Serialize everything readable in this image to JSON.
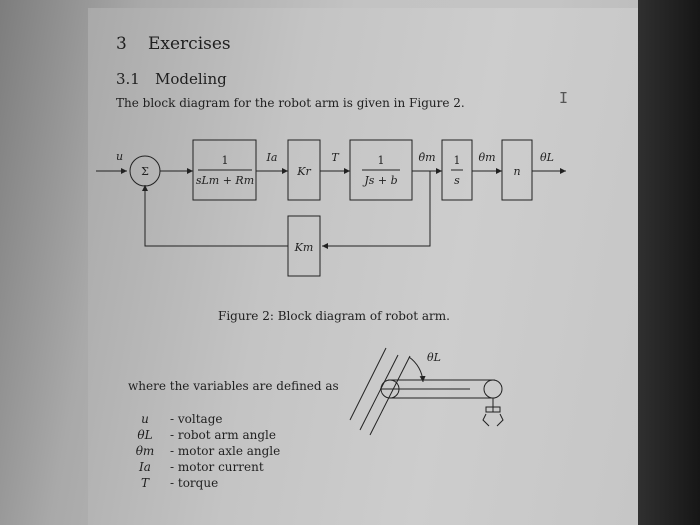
{
  "section": {
    "number": "3",
    "title": "Exercises"
  },
  "subsection": {
    "number": "3.1",
    "title": "Modeling"
  },
  "intro": "The block diagram for the robot arm is given in Figure 2.",
  "diagram": {
    "input_label": "u",
    "sum_symbol": "Σ",
    "block1": {
      "numerator": "1",
      "denominator": "sLm + Rm"
    },
    "signal_ia": "Ia",
    "block2": "Kr",
    "signal_t": "T",
    "block3": {
      "numerator": "1",
      "denominator": "Js + b"
    },
    "signal_theta_m_dot": "θ̇m",
    "block4": {
      "numerator": "1",
      "denominator": "s"
    },
    "signal_theta_m": "θm",
    "block5": "n",
    "output_label": "θL",
    "feedback_block": "Km"
  },
  "caption": "Figure 2: Block diagram of robot arm.",
  "robot_angle_label": "θL",
  "where_text": "where the variables are defined as",
  "variables": [
    {
      "symbol": "u",
      "description": "- voltage"
    },
    {
      "symbol": "θL",
      "description": "- robot arm angle"
    },
    {
      "symbol": "θm",
      "description": "- motor axle angle"
    },
    {
      "symbol": "Ia",
      "description": "- motor current"
    },
    {
      "symbol": "T",
      "description": "- torque"
    }
  ],
  "cursor_glyph": "I"
}
